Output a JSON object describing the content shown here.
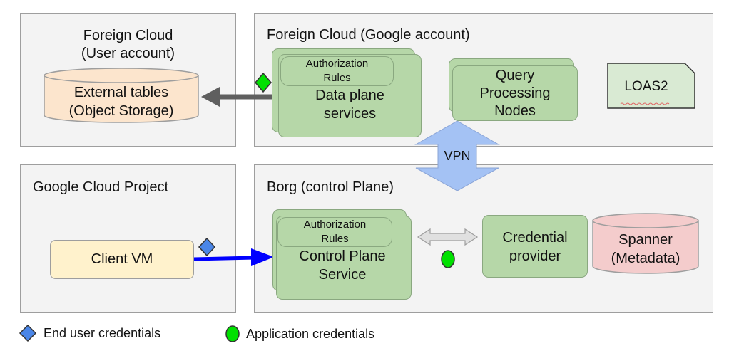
{
  "panels": {
    "foreign_user": {
      "title_line1": "Foreign Cloud",
      "title_line2": "(User account)"
    },
    "foreign_google": {
      "title": "Foreign Cloud (Google account)"
    },
    "gcp_project": {
      "title": "Google Cloud Project"
    },
    "borg": {
      "title": "Borg (control Plane)"
    }
  },
  "nodes": {
    "external_tables": {
      "line1": "External tables",
      "line2": "(Object Storage)"
    },
    "data_plane": {
      "rules_line1": "Authorization",
      "rules_line2": "Rules",
      "line1": "Data plane",
      "line2": "services"
    },
    "query_nodes": {
      "line1": "Query",
      "line2": "Processing",
      "line3": "Nodes"
    },
    "loas2": {
      "label": "LOAS2"
    },
    "vpn": {
      "label": "VPN"
    },
    "client_vm": {
      "label": "Client VM"
    },
    "control_plane": {
      "rules_line1": "Authorization",
      "rules_line2": "Rules",
      "line1": "Control Plane",
      "line2": "Service"
    },
    "credential_provider": {
      "line1": "Credential",
      "line2": "provider"
    },
    "spanner": {
      "line1": "Spanner",
      "line2": "(Metadata)"
    }
  },
  "legend": {
    "end_user": "End user credentials",
    "application": "Application credentials"
  },
  "colors": {
    "panel_bg": "#f3f3f3",
    "green_box": "#b6d7a8",
    "external_tables": "#fce5cd",
    "client_vm": "#fff2cc",
    "spanner": "#f4cccc",
    "loas2": "#d9ead3",
    "vpn_arrow": "#a4c2f4",
    "end_user_diamond": "#4a86e8",
    "app_credential_green": "#00e000",
    "blue_arrow": "#0000ff"
  }
}
